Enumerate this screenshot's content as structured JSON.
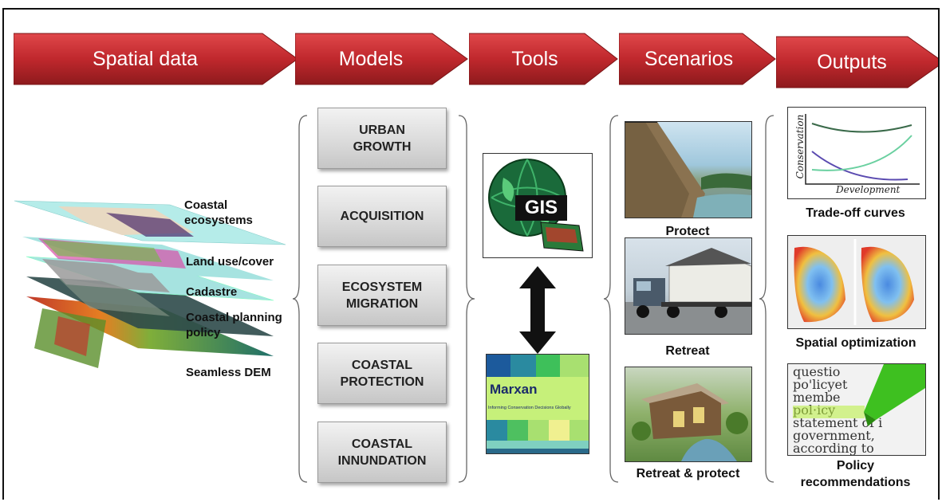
{
  "stages": [
    {
      "label": "Spatial data"
    },
    {
      "label": "Models"
    },
    {
      "label": "Tools"
    },
    {
      "label": "Scenarios"
    },
    {
      "label": "Outputs"
    }
  ],
  "layers": [
    {
      "label": "Coastal\necosystems"
    },
    {
      "label": "Land use/cover"
    },
    {
      "label": "Cadastre"
    },
    {
      "label": "Coastal planning\npolicy"
    },
    {
      "label": "Seamless DEM"
    }
  ],
  "models": [
    {
      "label": "URBAN\nGROWTH"
    },
    {
      "label": "ACQUISITION"
    },
    {
      "label": "ECOSYSTEM\nMIGRATION"
    },
    {
      "label": "COASTAL\nPROTECTION"
    },
    {
      "label": "COASTAL\nINNUNDATION"
    }
  ],
  "tools": {
    "gis_label": "GIS",
    "marxan_title": "Marxan",
    "marxan_tagline": "Informing Conservation Decisions Globally"
  },
  "scenarios": [
    {
      "label": "Protect"
    },
    {
      "label": "Retreat"
    },
    {
      "label": "Retreat & protect"
    }
  ],
  "outputs": [
    {
      "label": "Trade-off curves"
    },
    {
      "label": "Spatial optimization"
    },
    {
      "label": "Policy\nrecommendations"
    }
  ],
  "tradeoff_chart": {
    "xlabel": "Development",
    "ylabel": "Conservation"
  },
  "policy_image_text": "questio\npo'licyet\nmembe\npol·icy\nstatement of i\ngovernment,\naccording to",
  "colors": {
    "arrow_red": "#c0282d",
    "arrow_dark": "#8e1a1d",
    "box_gray": "#d9d9d9"
  }
}
